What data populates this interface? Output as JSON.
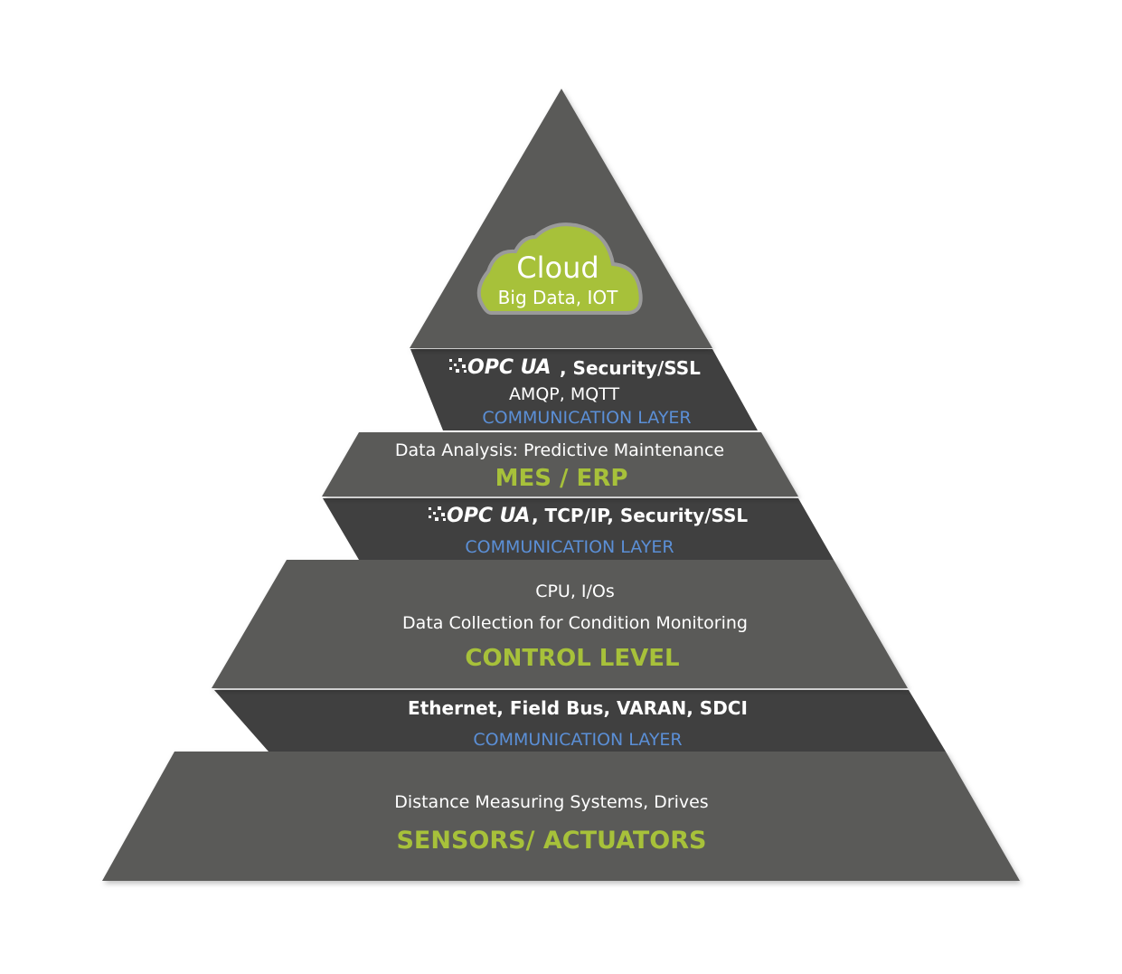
{
  "colors": {
    "background": "#ffffff",
    "level_fill": "#5a5a59",
    "comm_fill": "#404040",
    "cloud_fill": "#a7c13a",
    "cloud_outline": "#9a9a9a",
    "text_white": "#ffffff",
    "text_blue": "#5b8fd6",
    "text_green": "#a7c13a"
  },
  "cloud": {
    "title": "Cloud",
    "subtitle": "Big Data, IOT",
    "icon": "cloud-icon"
  },
  "comm1": {
    "logo": "OPC UA",
    "line1_rest": ", Security/SSL",
    "line2": "AMQP, MQTT",
    "label": "COMMUNICATION LAYER"
  },
  "mes": {
    "desc": "Data Analysis: Predictive Maintenance",
    "title": "MES / ERP"
  },
  "comm2": {
    "logo": "OPC UA",
    "line1_rest": " , TCP/IP, Security/SSL",
    "label": "COMMUNICATION LAYER"
  },
  "control": {
    "line1": "CPU, I/Os",
    "line2": "Data Collection for Condition Monitoring",
    "title": "CONTROL LEVEL"
  },
  "comm3": {
    "line1": "Ethernet, Field Bus, VARAN, SDCI",
    "label": "COMMUNICATION LAYER"
  },
  "sensors": {
    "desc": "Distance Measuring Systems, Drives",
    "title": "SENSORS/ ACTUATORS"
  }
}
